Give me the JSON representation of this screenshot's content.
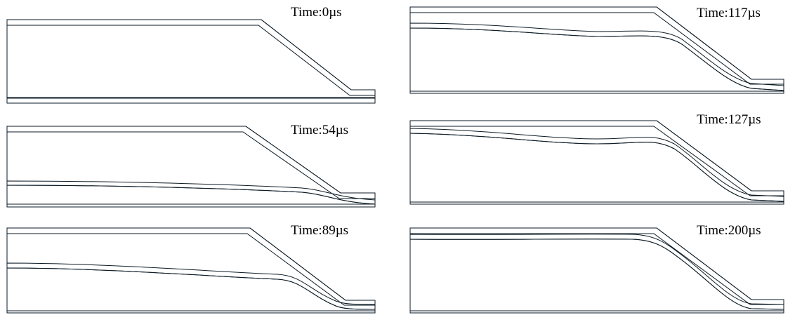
{
  "panels": [
    {
      "label": "Time:0µs"
    },
    {
      "label": "Time:54µs"
    },
    {
      "label": "Time:89µs"
    },
    {
      "label": "Time:117µs"
    },
    {
      "label": "Time:127µs"
    },
    {
      "label": "Time:200µs"
    }
  ],
  "colors": {
    "background": "#ffffff",
    "flyer_dark_blue": "#255e7c",
    "flyer_light_blue": "#4f96c2",
    "target_orange": "#e39414",
    "target_brown": "#8f5f05",
    "edge": "#0b1a24"
  }
}
